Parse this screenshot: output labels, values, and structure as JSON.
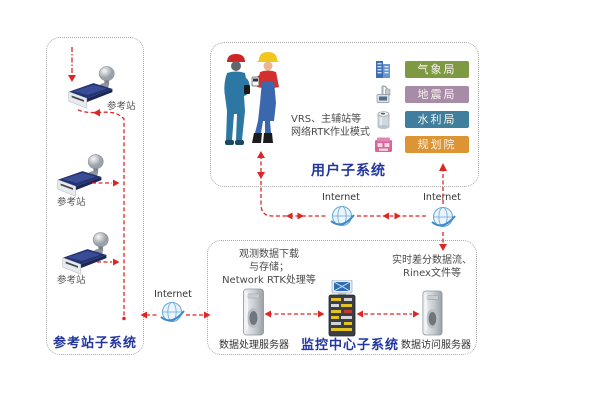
{
  "diagram": {
    "reference_box": {
      "title": "参考站子系统",
      "stations": [
        "参考站",
        "参考站",
        "参考站"
      ]
    },
    "user_box": {
      "title": "用户子系统",
      "note_line1": "VRS、主辅站等",
      "note_line2": "网络RTK作业模式",
      "agencies": [
        {
          "label": "气象局",
          "color": "#7d9a43"
        },
        {
          "label": "地震局",
          "color": "#a78ba7"
        },
        {
          "label": "水利局",
          "color": "#3f7e9d"
        },
        {
          "label": "规划院",
          "color": "#dc9434"
        }
      ]
    },
    "monitor_box": {
      "title": "监控中心子系统",
      "note_left_line1": "观测数据下载",
      "note_left_line2": "与存储；",
      "note_left_line3": "Network RTK处理等",
      "note_right_line1": "实时差分数据流、",
      "note_right_line2": "Rinex文件等",
      "server_left_label": "数据处理服务器",
      "server_right_label": "数据访问服务器"
    },
    "internet_label": "Internet",
    "colors": {
      "connector_red": "#e02525",
      "subsystem_blue": "#2336a0",
      "note_gray": "#4a4a4a"
    }
  }
}
